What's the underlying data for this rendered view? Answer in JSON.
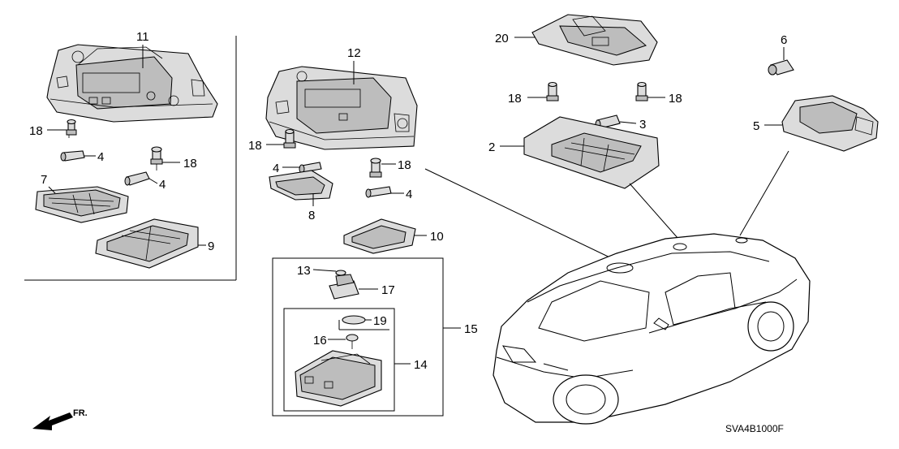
{
  "callouts": {
    "n11": "11",
    "n12": "12",
    "n20": "20",
    "n6": "6",
    "n18a": "18",
    "n18b": "18",
    "n18c": "18",
    "n18d": "18",
    "n18e": "18",
    "n18f": "18",
    "n4a": "4",
    "n4b": "4",
    "n4c": "4",
    "n4d": "4",
    "n7": "7",
    "n9": "9",
    "n8": "8",
    "n10": "10",
    "n3": "3",
    "n2": "2",
    "n5": "5",
    "n13": "13",
    "n17": "17",
    "n19": "19",
    "n16": "16",
    "n14": "14",
    "n15": "15"
  },
  "front_marker": "FR.",
  "diagram_code": "SVA4B1000F"
}
